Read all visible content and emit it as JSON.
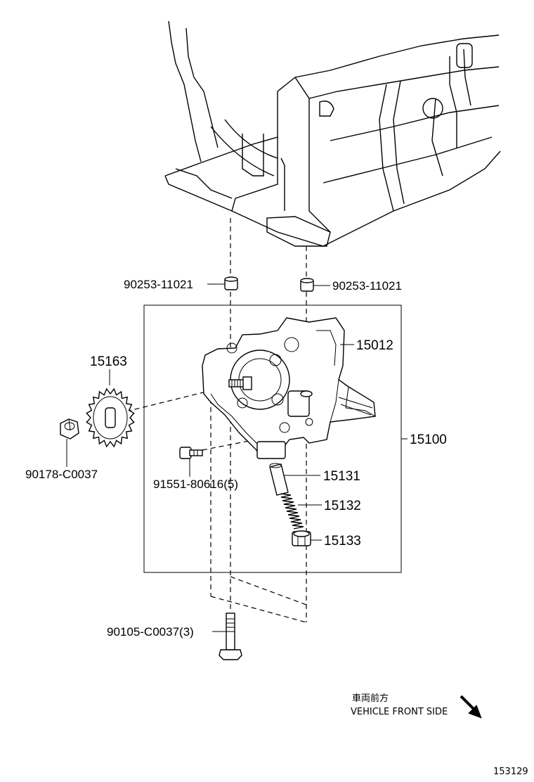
{
  "labels": {
    "collar_left": "90253-11021",
    "collar_right": "90253-11021",
    "pump_cover": "15012",
    "sprocket": "15163",
    "pump_assy": "15100",
    "nut": "90178-C0037",
    "screw": "91551-80616(5)",
    "valve": "15131",
    "spring": "15132",
    "plug": "15133",
    "bolt": "90105-C0037(3)"
  },
  "direction": {
    "jp": "車両前方",
    "en": "VEHICLE FRONT SIDE",
    "arrow_icon": "arrow-down-right-icon"
  },
  "figure_number": "153129"
}
